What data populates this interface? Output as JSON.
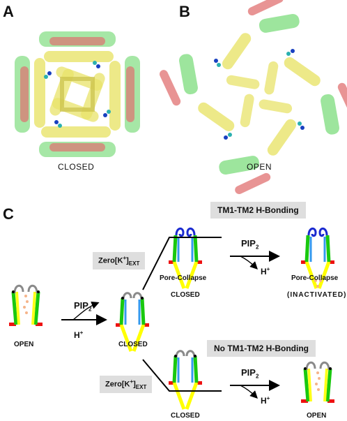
{
  "panels": {
    "a": {
      "letter": "A",
      "caption": "CLOSED"
    },
    "b": {
      "letter": "B",
      "caption": "OPEN"
    },
    "c": {
      "letter": "C"
    }
  },
  "states": {
    "open_left": "OPEN",
    "closed_mid": "CLOSED",
    "pore_collapse_top": "Pore-Collapse",
    "closed_top": "CLOSED",
    "pore_collapse_right": "Pore-Collapse",
    "inactivated_right": "(INACTIVATED)",
    "closed_bottom": "CLOSED",
    "open_bottom_right": "OPEN"
  },
  "arrows": {
    "pip2_main": "PIP",
    "pip2_main_sub": "2",
    "h_main": "H",
    "h_main_sup": "+",
    "pip2_top": "PIP",
    "pip2_top_sub": "2",
    "h_top": "H",
    "h_top_sup": "+",
    "pip2_bot": "PIP",
    "pip2_bot_sub": "2",
    "h_bot": "H",
    "h_bot_sup": "+"
  },
  "labels": {
    "hbond_top": "TM1-TM2  H-Bonding",
    "hbond_bottom": "No  TM1-TM2  H-Bonding",
    "zero_k_top_pre": "Zero[K",
    "zero_k_top_sup": "+",
    "zero_k_top_post": "]",
    "zero_k_top_sub": "EXT",
    "zero_k_bot_pre": "Zero[K",
    "zero_k_bot_sup": "+",
    "zero_k_bot_post": "]",
    "zero_k_bot_sub": "EXT"
  },
  "colors": {
    "helix_yellow": "#f2ea2a",
    "helix_green": "#2fc43a",
    "helix_red": "#e06060",
    "tm1_green": "#19c80f",
    "tm2_yellow": "#ffff00",
    "linker_blue": "#3399ee",
    "hbond_loop": "#1a2ad0",
    "loop_grey": "#8a8a8a",
    "membrane_red": "#ee1111",
    "ion_orange": "#f5b48a",
    "box_grey": "#dedede"
  }
}
